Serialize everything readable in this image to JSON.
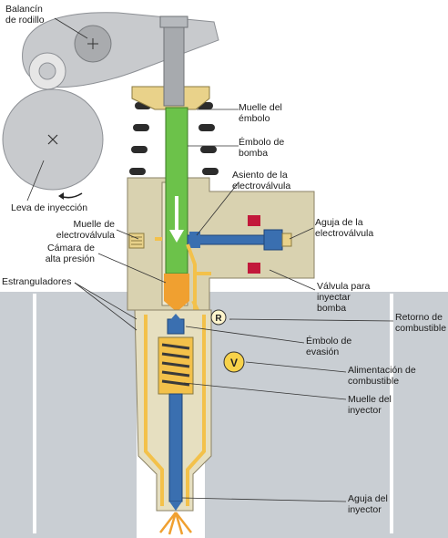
{
  "labels": {
    "balancin": [
      "Balancín",
      "de rodillo"
    ],
    "leva": [
      "Leva de inyección"
    ],
    "muelle_embolo": [
      "Muelle del",
      "émbolo"
    ],
    "embolo_bomba": [
      "Émbolo de",
      "bomba"
    ],
    "asiento": [
      "Asiento de la",
      "electroválvula"
    ],
    "muelle_electro": [
      "Muelle de",
      "electroválvula"
    ],
    "camara": [
      "Cámara de",
      "alta presión"
    ],
    "aguja_electro": [
      "Aguja de la",
      "electroválvula"
    ],
    "estranguladores": [
      "Estranguladores"
    ],
    "valvula": [
      "Válvula para",
      "inyectar",
      "bomba"
    ],
    "retorno": [
      "Retorno de",
      "combustible"
    ],
    "embolo_evasion": [
      "Émbolo de",
      "evasión"
    ],
    "alimentacion": [
      "Alimentación de",
      "combustible"
    ],
    "muelle_inyector": [
      "Muelle del",
      "inyector"
    ],
    "aguja_inyector": [
      "Aguja del",
      "inyector"
    ]
  },
  "markers": {
    "return_marker": "R",
    "supply_marker": "V"
  },
  "colors": {
    "housing": "#d9d2b0",
    "plunger": "#6cc24a",
    "chamber": "#f0a030",
    "needle": "#3a6fb0",
    "fuel": "#f3c14a",
    "valve_seat": "#c2183a"
  }
}
